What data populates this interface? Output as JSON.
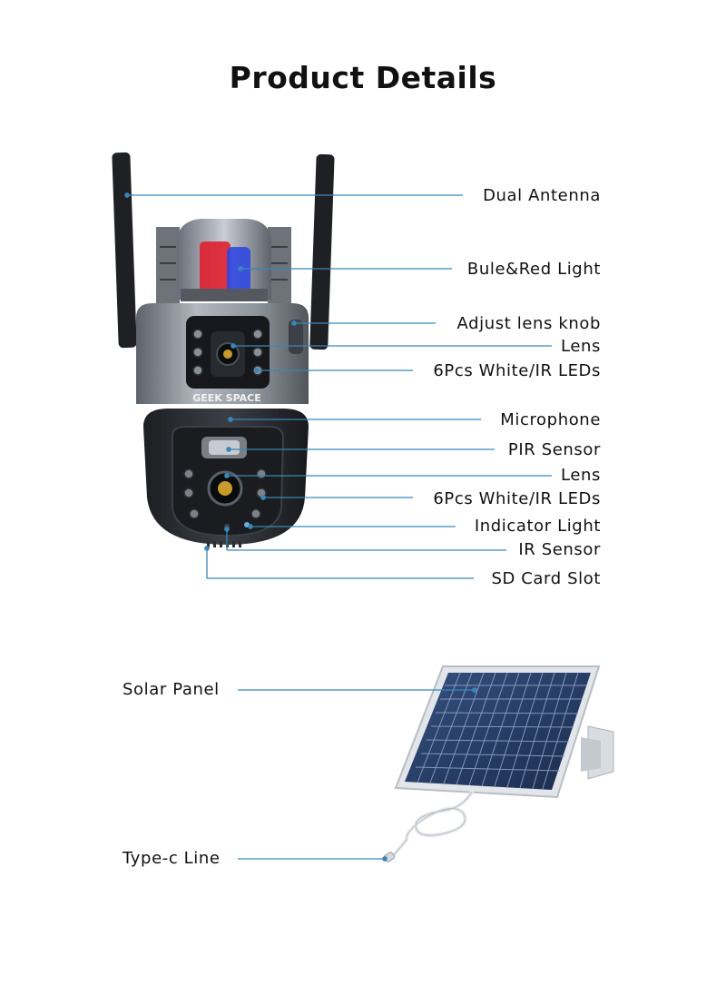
{
  "page_title": "Product Details",
  "camera": {
    "brand": "GEEK SPACE",
    "callouts": [
      {
        "id": "dual-antenna",
        "label": "Dual Antenna"
      },
      {
        "id": "blue-red-light",
        "label": "Bule&Red Light"
      },
      {
        "id": "adjust-lens-knob",
        "label": "Adjust lens knob"
      },
      {
        "id": "upper-lens",
        "label": "Lens"
      },
      {
        "id": "upper-leds",
        "label": "6Pcs White/IR LEDs"
      },
      {
        "id": "microphone",
        "label": "Microphone"
      },
      {
        "id": "pir-sensor",
        "label": "PIR Sensor"
      },
      {
        "id": "lower-lens",
        "label": "Lens"
      },
      {
        "id": "lower-leds",
        "label": "6Pcs White/IR LEDs"
      },
      {
        "id": "indicator-light",
        "label": "Indicator Light"
      },
      {
        "id": "ir-sensor",
        "label": "IR Sensor"
      },
      {
        "id": "sd-card-slot",
        "label": "SD Card Slot"
      }
    ]
  },
  "accessories": {
    "solar_panel": "Solar Panel",
    "type_c_line": "Type-c Line"
  },
  "colors": {
    "leader_line": "#3a86b8",
    "camera_body": "#2c2f33",
    "camera_silver": "#8b9198",
    "light_red": "#e02030",
    "light_blue": "#3048e0",
    "solar_cell": "#2a3f6a"
  }
}
